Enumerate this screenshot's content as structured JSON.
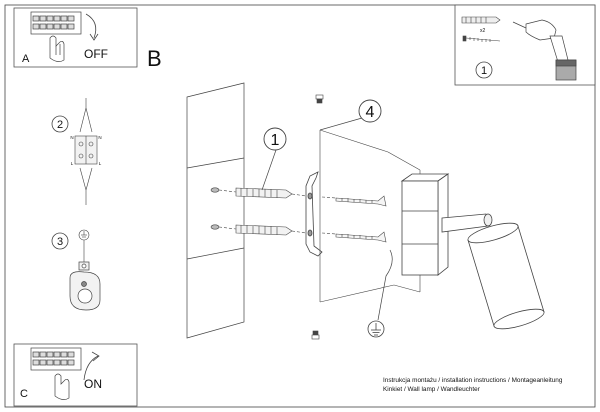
{
  "panels": {
    "a": {
      "letter": "A",
      "switch_label": "OFF"
    },
    "b": {
      "letter": "B"
    },
    "c": {
      "letter": "C",
      "switch_label": "ON"
    }
  },
  "kit": {
    "quantity": "x2",
    "step_number": "1"
  },
  "steps": {
    "anchor_step": "1",
    "terminal_step": "2",
    "ground_step": "3",
    "mount_step": "4"
  },
  "terminal_block": {
    "left_labels": [
      "N",
      "L"
    ],
    "right_labels": [
      "N",
      "L"
    ]
  },
  "footer": {
    "line1": "Instrukcja montażu / installation instructions / Montageanleitung",
    "line2": "Kinkiet / Wall lamp / Wandleuchter"
  },
  "colors": {
    "line": "#333333",
    "background": "#ffffff"
  }
}
